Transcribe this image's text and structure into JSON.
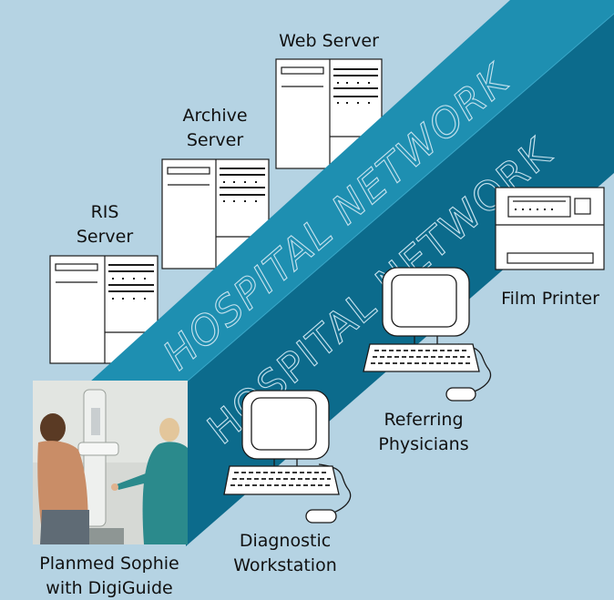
{
  "network": {
    "top_label": "HOSPITAL NETWORK",
    "front_label": "HOSPITAL NETWORK"
  },
  "labels": {
    "web_server": "Web Server",
    "archive_server": [
      "Archive",
      "Server"
    ],
    "ris_server": [
      "RIS",
      "Server"
    ],
    "film_printer": "Film Printer",
    "referring_physicians": [
      "Referring",
      "Physicians"
    ],
    "diagnostic_workstation": [
      "Diagnostic",
      "Workstation"
    ],
    "planmed": [
      "Planmed Sophie",
      "with DigiGuide"
    ]
  },
  "colors": {
    "background": "#b5d3e3",
    "network_top": "#1e8fb1",
    "network_front": "#0c6b8c",
    "network_text": "#c6e2ee",
    "device_fill": "#ffffff",
    "device_stroke": "#1a1a1a"
  }
}
